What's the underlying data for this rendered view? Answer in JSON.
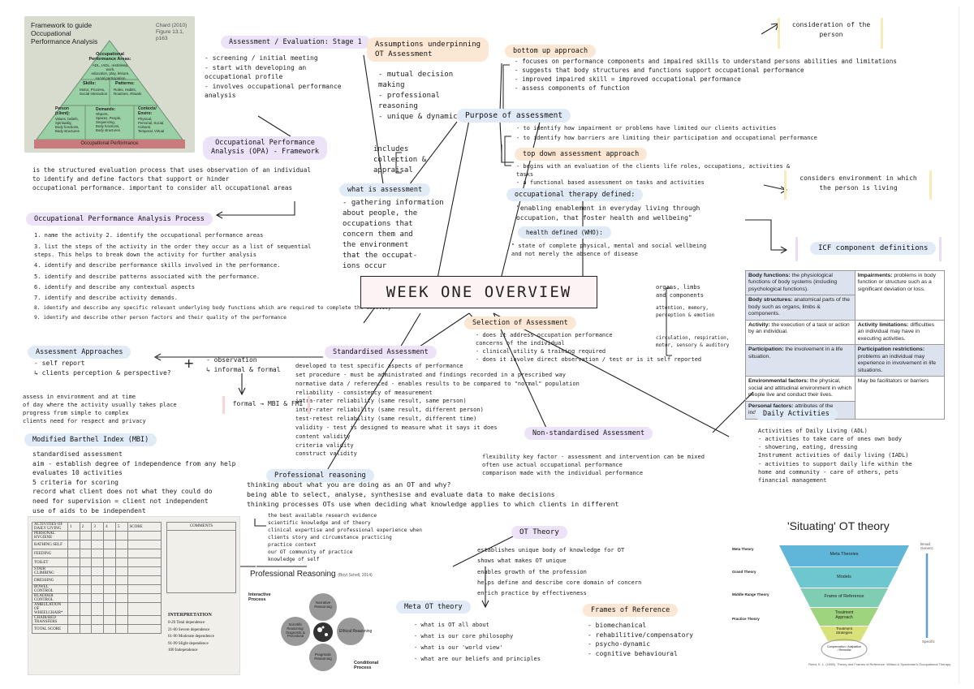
{
  "pyramid_figure": {
    "title": "Framework to guide\nOccupational\nPerformance Analysis",
    "citation": "Chard (2010)\nFigure 13.1,\np163",
    "apex": "Occupational\nPerformance Areas:",
    "apex_text": "ADL, IADL, rest/sleep, work,\neducation, play, leisure,\nsocial participation",
    "skills": "Skills:",
    "skills_text": "Motor, Process,\nSocial interaction",
    "patterns": "Patterns:",
    "patterns_text": "Roles, Habits,\nRoutines, Rituals",
    "person": "Person\n(client):",
    "person_text": "Values, beliefs,\nSpirituality,\nBody functions,\nBody structures",
    "demands": "Demands:",
    "demands_text": "Objects,\nSpaces, People,\nSequencing,\nBody functions,\nBody structures",
    "contexts": "Contexts/\nEnviro:",
    "contexts_text": "Physical,\nPersonal, Social,\nCultural,\nTemporal, Virtual",
    "base": "Occupational Performance"
  },
  "assessment_stage": {
    "heading": "Assessment / Evaluation: Stage 1",
    "text": "- screening / initial meeting\n- start with developing an\n  occupational profile\n- involves occupational performance\n  analysis"
  },
  "opa": {
    "heading": "Occupational Performance\nAnalysis (OPA) - Framework",
    "definition": "is the structured evaluation process that uses observation of an individual\nto identify and define factors that support or hinder\noccupational performance. important to consider all occupational areas"
  },
  "opa_process": {
    "heading": "Occupational Performance Analysis Process",
    "steps": [
      "1. name the activity          2. identify the occupational performance areas",
      "3. list the steps of the activity in the order they occur as a list of sequential",
      "   steps. This helps to break down the activity for further analysis",
      "4. identify and describe performance skills involved in the performance.",
      "5. identify and describe patterns associated with the performance.",
      "6. identify and describe any contextual aspects",
      "7. identify and describe activity demands.",
      "8. identify and describe any specific relevant underlying body functions which are required to complete the activity",
      "9. identify and describe other person factors and their quality of the performance"
    ]
  },
  "assumptions": {
    "heading": "Assumptions underpinning\nOT Assessment",
    "items": "- mutual decision\n  making\n- professional\n  reasoning\n- unique & dynamic"
  },
  "includes": "includes\ncollection &\nappraisal",
  "what_is": {
    "heading": "what is assessment",
    "text": "- gathering information\n  about people, the\n  occupations that\n  concern them and\n  the environment\n  that the occupat-\n  ions occur"
  },
  "purpose": {
    "heading": "Purpose of assessment",
    "text1": "- to identify how impairment or problems have limited our clients activities",
    "text2": "- to identify how barriers are limiting their participation and occupational performance"
  },
  "bottom_up": {
    "heading": "bottom up approach",
    "text": "- focuses on performance components and impaired skills to understand persons abilities and limitations\n- suggests that body structures and functions support occupational performance\n- improved impaired skill = improved occupational performance\n- assess components of function"
  },
  "consideration": "consideration of the\nperson",
  "top_down": {
    "heading": "top down assessment approach",
    "text": "- begins with an evaluation of the clients life roles, occupations, activities & tasks\n  - a functional based assessment on tasks and activities"
  },
  "considers_env": "considers environment in which\nthe person is living",
  "ot_defined": {
    "heading": "occupational therapy defined:",
    "text": "\"enabling enablement in everyday living through\noccupation, that foster health and wellbeing\""
  },
  "health_defined": {
    "heading": "health defined (WHO):",
    "text": "\" state of complete physical, mental and social wellbeing\nand not merely the absence of disease"
  },
  "icf": {
    "heading": "ICF component definitions",
    "side_notes": [
      "organs, limbs\n   and components",
      "attention, memory,\nperception & emotion",
      "circulation, respiration,\nmotor, sensory & auditory"
    ],
    "rows": [
      {
        "l_term": "Body functions:",
        "l_text": " the physiological functions of body systems (including psychological functions).",
        "r_term": "Impairments:",
        "r_text": " problems in body function or structure such as a significant deviation or loss."
      },
      {
        "l_term": "Body structures:",
        "l_text": " anatomical parts of the body such as organs, limbs & components.",
        "r_term": "",
        "r_text": ""
      },
      {
        "l_term": "Activity:",
        "l_text": " the execution of a task or action by an individual.",
        "r_term": "Activity limitations:",
        "r_text": " difficulties an individual may have in executing activities."
      },
      {
        "l_term": "Participation:",
        "l_text": " the involvement in a life situation.",
        "r_term": "Participation restrictions:",
        "r_text": " problems an individual may experience in involvement in life situations."
      },
      {
        "l_term": "Environmental factors:",
        "l_text": " the physical, social and attitudinal environment in which people live and conduct their lives.",
        "r_term": "",
        "r_text": "May be facilitators or barriers"
      },
      {
        "l_term": "Personal factors:",
        "l_text": " attributes of the individual",
        "r_term": "",
        "r_text": ""
      }
    ]
  },
  "week_title": "WEEK ONE OVERVIEW",
  "selection": {
    "heading": "Selection of Assessment",
    "text": "- does it address occupation performance\n  concerns of the individual\n- clinical utility & training required\n- does it involve direct observation / test or is it self reported"
  },
  "approaches": {
    "heading": "Assessment Approaches",
    "left": "- self report\n  ↳ clients perception & perspective?",
    "plus": "+",
    "right": "- observation\n  ↳ informal & formal"
  },
  "standardised": {
    "heading": "Standardised Assessment",
    "text": "developed to test specific aspects of performance\nset procedure - must be administrated and findings recorded in a prescribed way\nnormative data / referenced - enables results to be compared to \"normal\" population\nreliability - consistency of measurement\n     intra-rater reliability (same result, same person)\n     inter-rater reliability (same result, different person)\n     test-retest reliability (same result, different time)\nvalidity - test is designed to measure what it says it does\n  content validity\n  criteria validity\n  construct validity"
  },
  "formal": "formal → MBI & FMI",
  "assess_env": "assess in environment and at time\nof day where the activity usually takes place\nprogress from simple to complex\nclients need for respect and privacy",
  "mbi": {
    "heading": "Modified Barthel Index (MBI)",
    "text": "standardised assessment\naim - establish degree of independence from any help\nevaluates 10 activities\n5 criteria for scoring\nrecord what client does not what they could do\nneed for supervision = client not independent\nuse of aids to be independent"
  },
  "non_standard": {
    "heading": "Non-standardised Assessment",
    "text": "flexibility key factor - assessment and intervention can be mixed\noften use actual occupational performance\ncomparison made with the individual performance"
  },
  "daily": {
    "heading": "Daily Activities",
    "text": "Activities of Daily Living (ADL)\n - activities to take care of ones own body\n - showering, eating, dressing\nInstrument activities of daily living (IADL)\n - activities to support daily life within the\n   home and community - care of others, pets\n   financial management"
  },
  "prof_reasoning": {
    "heading": "Professional reasoning",
    "text": "thinking about what you are doing as an OT and why?\nbeing able to select, analyse, synthesise and evaluate data to make decisions\nthinking processes OTs use when deciding what knowledge applies to which clients in different",
    "sub": "the best available research evidence\nscientific knowledge and of theory\nclinical expertise and professional experience when\nclients story and circumstance                        practicing\npractice context\nour OT community of practice\nknowledge of self"
  },
  "ot_theory": {
    "heading": "OT Theory",
    "text": "establishes unique body of knowledge for OT\nshows what makes OT unique\nenables growth of the profession\nhelps define and describe core domain of concern\nenrich practice by effectiveness"
  },
  "meta": {
    "heading": "Meta OT theory",
    "text": "- what is OT all about\n- what is our core philosophy\n- what is our 'world view'\n- what are our beliefs and principles"
  },
  "frames": {
    "heading": "Frames of Reference",
    "text": "- biomechanical\n- rehabilitive/compensatory\n- psycho-dynamic\n- cognitive behavioural"
  },
  "reasoning_fig": {
    "title": "Professional Reasoning",
    "cite": "(Boyt Schell, 2014)",
    "interactive": "Interactive\nProcess",
    "narrative": "Narrative\nReasoning",
    "scientific": "Scientific\nReasoning:\nDiagnostic &\nProcedural",
    "ethical": "Ethical Reasoning",
    "pragmatic": "Pragmatic\nReasoning",
    "conditional": "Conditional\nProcess"
  },
  "situating": {
    "title": "'Situating' OT theory",
    "levels": [
      "Meta Theories",
      "Models",
      "Frame of Reference",
      "Treatment\nApproach",
      "Treatment\nStrategies"
    ],
    "base_note": "Compensation / Adaptation\n/ Remedial",
    "broad": "Broad\nGeneric",
    "specific": "Specific",
    "left_labels": [
      "Meta Theory",
      "Grand Theory",
      "Middle Range Theory",
      "Practice Theory"
    ],
    "ref": "Reed, K. L. (1998). Theory and Frames of Reference. Willard & Spackman's Occupational Therapy."
  },
  "barthel_scan": {
    "headers": [
      "ACTIVITIES OF DAILY LIVING",
      "1",
      "2",
      "3",
      "4",
      "5",
      "SCORE",
      "COMMENTS"
    ],
    "rows": [
      "PERSONAL HYGIENE",
      "BATHING SELF",
      "FEEDING",
      "TOILET",
      "STAIR CLIMBING",
      "DRESSING",
      "BOWEL CONTROL",
      "BLADDER CONTROL",
      "AMBULATION OF WHEELCHAIR*",
      "CHAIR/BED TRANSFERS",
      "TOTAL SCORE"
    ],
    "interp_title": "INTERPRETATION",
    "interp": [
      "0-20   Total dependence",
      "21-60  Severe dependence",
      "61-90  Moderate dependence",
      "91-99  Slight dependence",
      "100    Independence"
    ]
  }
}
